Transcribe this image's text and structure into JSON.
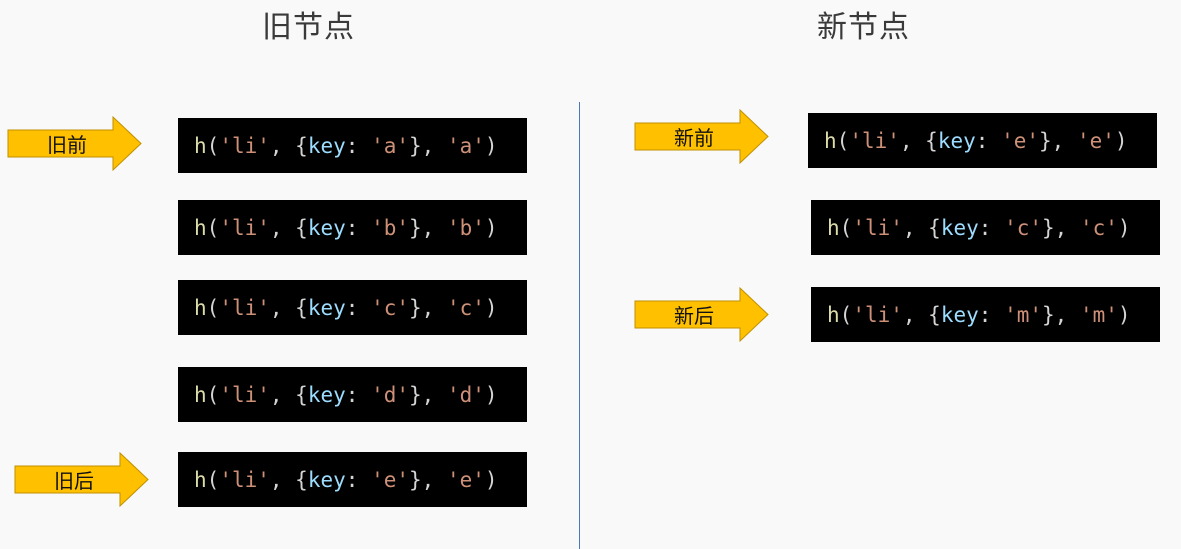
{
  "titles": {
    "old": "旧节点",
    "new": "新节点"
  },
  "old_nodes": [
    {
      "tag": "li",
      "key": "a",
      "text": "a"
    },
    {
      "tag": "li",
      "key": "b",
      "text": "b"
    },
    {
      "tag": "li",
      "key": "c",
      "text": "c"
    },
    {
      "tag": "li",
      "key": "d",
      "text": "d"
    },
    {
      "tag": "li",
      "key": "e",
      "text": "e"
    }
  ],
  "new_nodes": [
    {
      "tag": "li",
      "key": "e",
      "text": "e"
    },
    {
      "tag": "li",
      "key": "c",
      "text": "c"
    },
    {
      "tag": "li",
      "key": "m",
      "text": "m"
    }
  ],
  "pointers": {
    "old_start": "旧前",
    "old_end": "旧后",
    "new_start": "新前",
    "new_end": "新后"
  },
  "colors": {
    "arrow_fill": "#ffc000",
    "arrow_stroke": "#c09000",
    "divider": "#4a78c0",
    "node_bg": "#000000"
  }
}
